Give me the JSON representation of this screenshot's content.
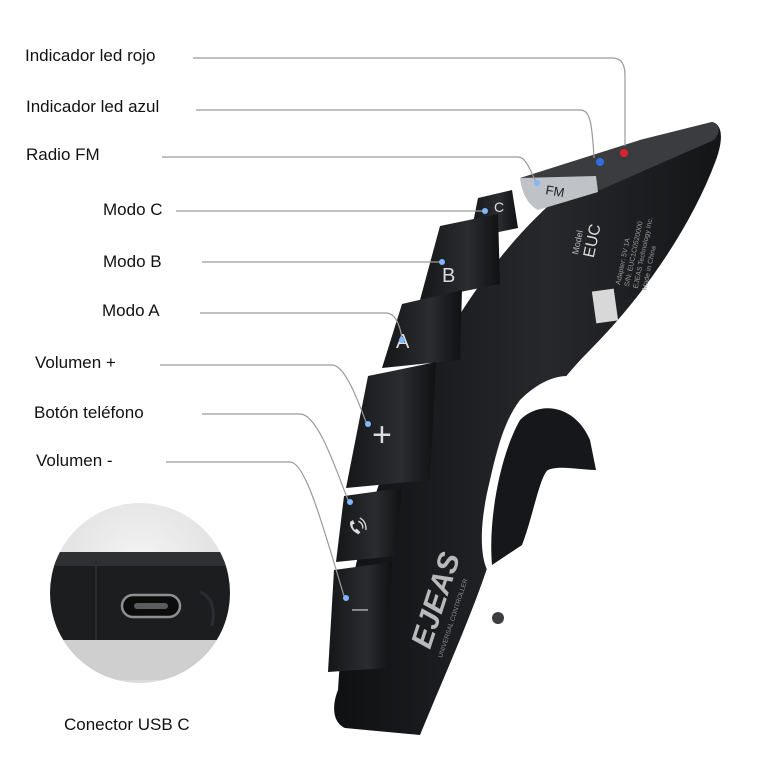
{
  "callouts": [
    {
      "id": "red-led",
      "label": "Indicador led rojo"
    },
    {
      "id": "blue-led",
      "label": "Indicador led azul"
    },
    {
      "id": "fm-radio",
      "label": "Radio FM"
    },
    {
      "id": "mode-c",
      "label": "Modo C"
    },
    {
      "id": "mode-b",
      "label": "Modo B"
    },
    {
      "id": "mode-a",
      "label": "Modo A"
    },
    {
      "id": "volume-up",
      "label": "Volumen +"
    },
    {
      "id": "phone-button",
      "label": "Botón teléfono"
    },
    {
      "id": "volume-down",
      "label": "Volumen -"
    }
  ],
  "inset": {
    "caption": "Conector USB C"
  },
  "device": {
    "brand": "EJEAS",
    "subtitle": "UNIVERSAL CONTROLLER",
    "model_label": "Model",
    "model": "EUC",
    "spec_lines": [
      "Adapter: 5V 1A",
      "S/N: EUC1C0520000",
      "EJEAS Technology Inc.",
      "Made in China"
    ],
    "buttons": {
      "fm": "FM",
      "c": "C",
      "b": "B",
      "a": "A",
      "plus": "+",
      "minus": "—"
    }
  },
  "colors": {
    "led_red": "#e0202a",
    "led_blue": "#2f6fe0",
    "button_glow": "#7fb8ff",
    "body": "#1b1c1e"
  }
}
